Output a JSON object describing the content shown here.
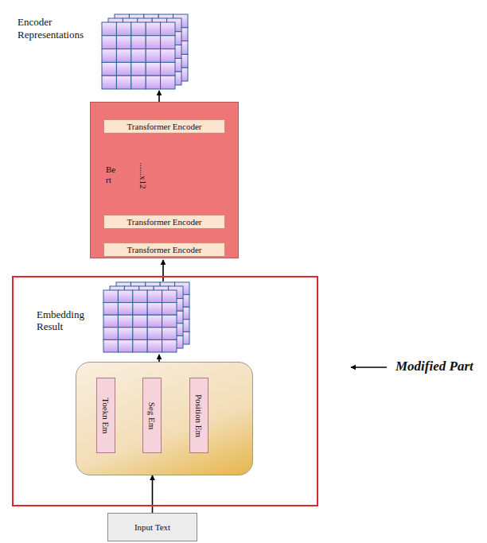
{
  "diagram": {
    "nodes": [
      {
        "text": [
          "Be rt",
          "......x12"
        ]
      },
      {
        "text": [
          "Transformer Encoder"
        ],
        "in": 0
      },
      {
        "text": [
          "Transformer Encoder"
        ],
        "in": 0
      },
      {
        "text": [
          "Transformer Encoder"
        ],
        "in": 0
      },
      {
        "text": [
          "Embedding Result"
        ]
      },
      {
        "text": [],
        "in": 4
      },
      {
        "text": [
          "Toekn Em"
        ],
        "in": 5
      },
      {
        "text": [
          "Seg Em"
        ],
        "in": 5
      },
      {
        "text": [
          "Position Em"
        ],
        "in": 5
      },
      {
        "text": [
          "Input Text"
        ]
      }
    ],
    "edges": [
      {
        "from": 9,
        "to": 5,
        "arrow": "to"
      }
    ],
    "labels": [
      "Encoder Representations",
      "Modified Part"
    ]
  }
}
